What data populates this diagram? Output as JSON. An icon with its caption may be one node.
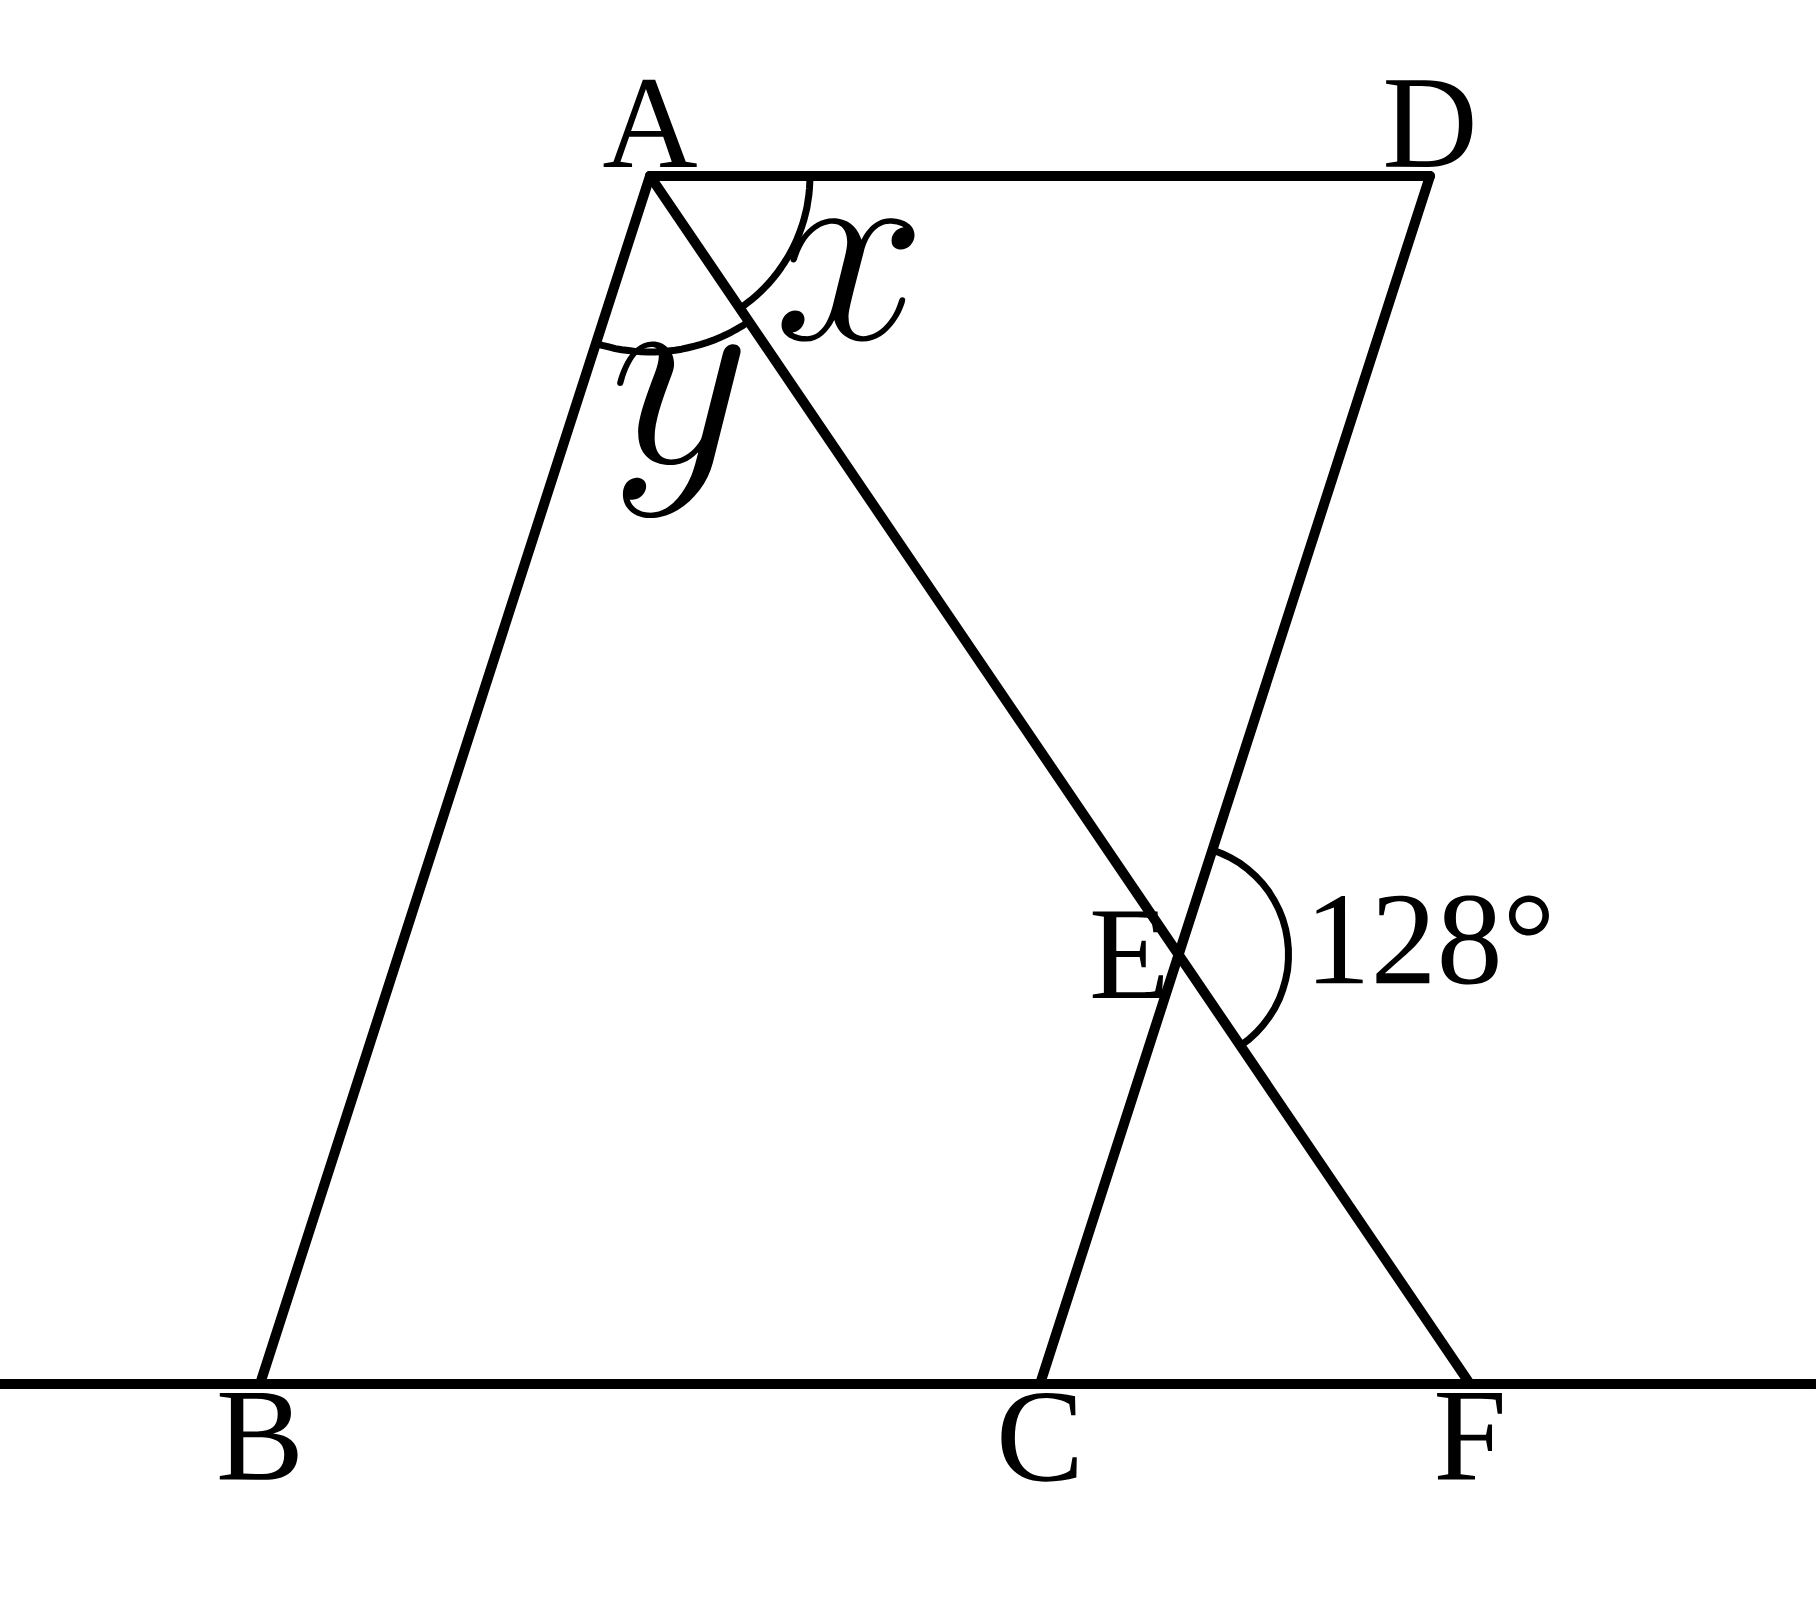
{
  "diagram": {
    "nodes": [
      {
        "text": [
          "A"
        ]
      },
      {
        "text": [
          "D"
        ]
      },
      {
        "text": [
          "B"
        ]
      },
      {
        "text": [
          "C"
        ]
      },
      {
        "text": [
          "F"
        ]
      },
      {
        "text": [
          "E"
        ]
      }
    ],
    "edges": [
      {
        "from": 0,
        "to": 1,
        "arrow": "none"
      },
      {
        "from": 0,
        "to": 2,
        "arrow": "none"
      },
      {
        "from": 1,
        "to": 3,
        "arrow": "none"
      },
      {
        "from": 0,
        "to": 4,
        "arrow": "none"
      },
      {
        "from": null,
        "to": 2,
        "arrow": "none"
      },
      {
        "from": 2,
        "to": 3,
        "arrow": "none"
      },
      {
        "from": 3,
        "to": 4,
        "arrow": "none"
      },
      {
        "from": 4,
        "to": null,
        "arrow": "none"
      }
    ],
    "labels": [
      "x",
      "y",
      "128°"
    ]
  }
}
